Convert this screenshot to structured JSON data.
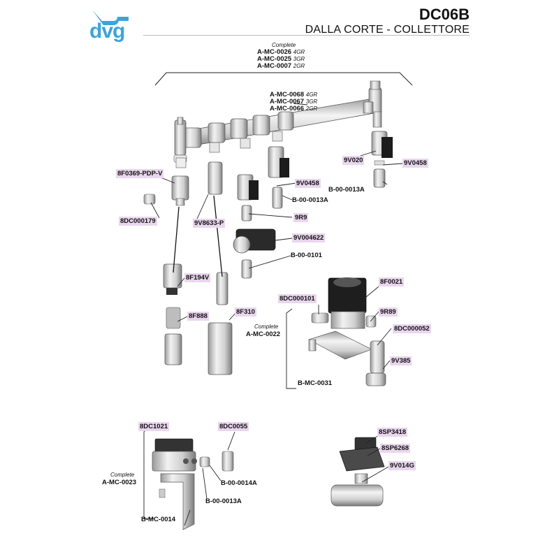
{
  "header": {
    "logo_text": "dvg",
    "doc_code": "DC06B",
    "subtitle": "DALLA CORTE - COLLETTORE"
  },
  "complete_word": "Complete",
  "top_group": {
    "rows": [
      {
        "code": "A-MC-0026",
        "variant": "4GR"
      },
      {
        "code": "A-MC-0025",
        "variant": "3GR"
      },
      {
        "code": "A-MC-0007",
        "variant": "2GR"
      }
    ]
  },
  "manifold_group": {
    "rows": [
      {
        "code": "A-MC-0068",
        "variant": "4GR"
      },
      {
        "code": "A-MC-0067",
        "variant": "3GR"
      },
      {
        "code": "A-MC-0066",
        "variant": "2GR"
      }
    ]
  },
  "parts": {
    "p_8f0369": "8F0369-PDP-V",
    "p_8dc000179": "8DC000179",
    "p_9v8633": "9V8633-P",
    "p_8f194v": "8F194V",
    "p_8f888": "8F888",
    "p_8f310": "8F310",
    "p_9v0458_a": "9V0458",
    "p_9r9": "9R9",
    "p_9v004622": "9V004622",
    "p_9v020": "9V020",
    "p_9v0458_b": "9V0458",
    "p_8dc000101": "8DC000101",
    "p_8f0021": "8F0021",
    "p_9r89": "9R89",
    "p_8dc000052": "8DC000052",
    "p_9v385": "9V385",
    "p_8dc1021": "8DC1021",
    "p_8dc0055": "8DC0055",
    "p_8sp3418": "8SP3418",
    "p_8sp6268": "8SP6268",
    "p_9v014g": "9V014G"
  },
  "plain_labels": {
    "b_0013a_mid": "B-00-0013A",
    "b_0013a_right": "B-00-0013A",
    "b_0101": "B-00-0101",
    "b_mc_0031": "B-MC-0031",
    "b_0014a": "B-00-0014A",
    "b_0013a_bottom": "B-00-0013A",
    "b_mc_0014": "B-MC-0014"
  },
  "completes": {
    "a_mc_0022": "A-MC-0022",
    "a_mc_0023": "A-MC-0023"
  },
  "colors": {
    "brand_blue": "#3aa4dc",
    "label_bg": "#e9d6ee",
    "metal_light": "#e4e4e4",
    "metal_dark": "#8a8a8a",
    "coil_black": "#1c1c1c"
  }
}
